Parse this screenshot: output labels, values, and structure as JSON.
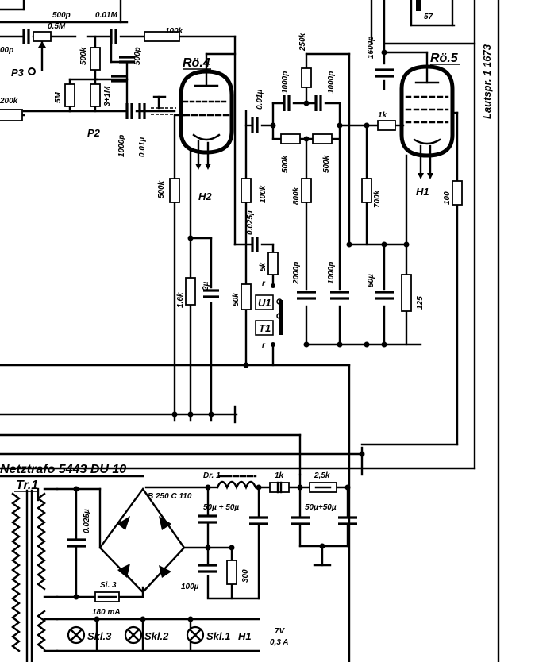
{
  "tubes": {
    "ro4": "Rö.4",
    "ro5": "Rö.5",
    "h1": "H1",
    "h2": "H2"
  },
  "header": {
    "c500p": "500p",
    "c001": "0.01M",
    "r100k_top": "100k",
    "r57": "57",
    "margin_text": "Lautspr. 1 1673"
  },
  "pots": {
    "p3": "P3",
    "p2": "P2",
    "p05m": "0.5M"
  },
  "preamp": {
    "r500k_a": "500k",
    "c500p_b": "500p",
    "r5m": "5M",
    "r31m": "3+1M",
    "r200k": "200k",
    "c1000p_a": "1000p",
    "c001u_a": "0.01µ",
    "c_left_p": "00p"
  },
  "stage4": {
    "r500k": "500k",
    "r100k": "100k",
    "c0025": "0.025µ",
    "r1_6k": "1.6k",
    "c2u": "2µ",
    "r50k": "50k",
    "r5k": "5k",
    "c001u": "0.01µ"
  },
  "switch": {
    "u1": "U1",
    "t1": "T1",
    "r_top": "r",
    "r_bot": "r"
  },
  "tone": {
    "r250k": "250k",
    "c1000p_a": "1000p",
    "c1000p_b": "1000p",
    "r500k_a": "500k",
    "r500k_b": "500k",
    "r800k": "800k",
    "c2000p": "2000p",
    "c1000p_c": "1000p",
    "r700k": "700k",
    "r1k": "1k"
  },
  "stage5": {
    "c1600p": "1600p",
    "c50u": "50µ",
    "r125": "125",
    "r100": "100"
  },
  "psu": {
    "title": "Netztrafo 5443 DU 10",
    "trafo": "Tr.1",
    "rect": "B 250 C 110",
    "choke": "Dr. 1",
    "r1k": "1k",
    "r2_5k": "2,5k",
    "c50_50_a": "50µ + 50µ",
    "c50_50_b": "50µ+50µ",
    "c0025": "0.025µ",
    "c100u": "100µ",
    "r300": "300",
    "fuse": "Si. 3",
    "fuse_rating": "180 mA",
    "lamps": [
      "Skl.3",
      "Skl.2",
      "Skl.1"
    ],
    "lamp_h1": "H1",
    "lamp_v": "7V",
    "lamp_a": "0,3 A"
  }
}
